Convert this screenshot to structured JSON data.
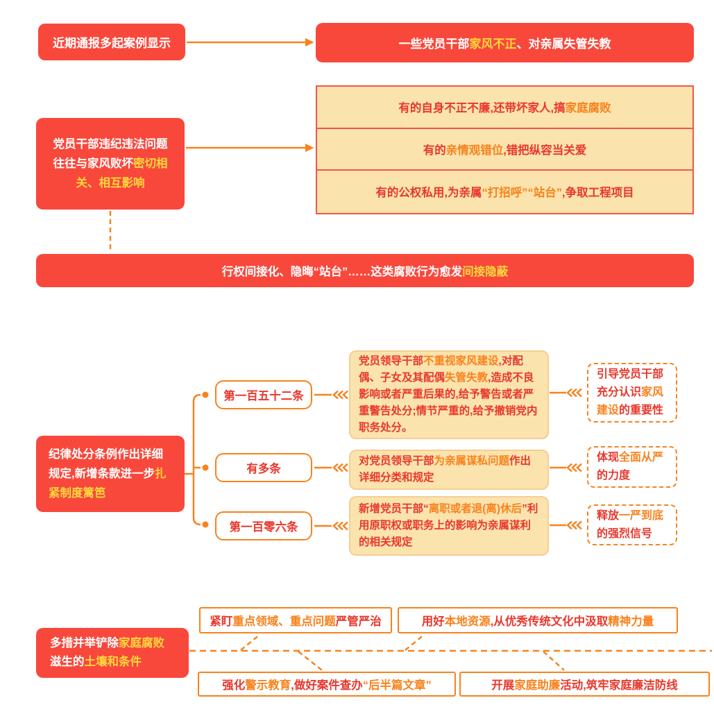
{
  "palette": {
    "red_box": "#F8483C",
    "red_text": "#E8382D",
    "yellow": "#FFD73B",
    "orange": "#F8821D",
    "cream": "#FBE3AD",
    "cream_border": "#F5CD92",
    "table_border": "#F2564A"
  },
  "diagram": {
    "top": {
      "source": [
        {
          "t": "近期通报多起案例显示"
        }
      ],
      "result": [
        {
          "t": "一些党员干部"
        },
        {
          "t": "家风不正",
          "c": "y"
        },
        {
          "t": "、对亲属失管失教"
        }
      ]
    },
    "family_problem": {
      "cause": [
        {
          "t": "党员干部违纪违法问题往往与家风败坏"
        },
        {
          "t": "密切相关、相互影响",
          "c": "y"
        }
      ],
      "examples": [
        [
          {
            "t": "有的自身不正不廉,还带坏家人,搞"
          },
          {
            "t": "家庭腐败",
            "c": "o"
          }
        ],
        [
          {
            "t": "有的"
          },
          {
            "t": "亲情观错位",
            "c": "o"
          },
          {
            "t": ",错把纵容当关爱"
          }
        ],
        [
          {
            "t": "有的公权私用,为亲属"
          },
          {
            "t": "“打招呼”“站台”",
            "c": "o"
          },
          {
            "t": ",争取工程项目"
          }
        ]
      ],
      "conclusion": [
        {
          "t": "行权间接化、隐晦“站台”……这类腐败行为愈发"
        },
        {
          "t": "间接隐蔽",
          "c": "y"
        }
      ]
    },
    "regulations": {
      "intro": [
        {
          "t": "纪律处分条例作出详细规定,新增条款进一步"
        },
        {
          "t": "扎紧制度篱笆",
          "c": "y"
        }
      ],
      "rows": [
        {
          "article": [
            {
              "t": "第一百五十二条"
            }
          ],
          "content": [
            {
              "t": "党员领导干部"
            },
            {
              "t": "不重视家风建设",
              "c": "o"
            },
            {
              "t": ",对配偶、子女及其配偶"
            },
            {
              "t": "失管失教",
              "c": "o"
            },
            {
              "t": ",造成不良影响或者严重后果的,给予警告或者严重警告处分;情节严重的,给予撤销党内职务处分。"
            }
          ],
          "effect": [
            {
              "t": "引导党员干部充分认识"
            },
            {
              "t": "家风建设",
              "c": "o"
            },
            {
              "t": "的重要性"
            }
          ]
        },
        {
          "article": [
            {
              "t": "有多条"
            }
          ],
          "content": [
            {
              "t": "对党员领导干部"
            },
            {
              "t": "为亲属谋私问题",
              "c": "o"
            },
            {
              "t": "作出详细分类和规定"
            }
          ],
          "effect": [
            {
              "t": "体现"
            },
            {
              "t": "全面从严",
              "c": "o"
            },
            {
              "t": "的力度"
            }
          ]
        },
        {
          "article": [
            {
              "t": "第一百零六条"
            }
          ],
          "content": [
            {
              "t": "新增党员干部“"
            },
            {
              "t": "离职或者退(离)休后",
              "c": "o"
            },
            {
              "t": "”利用原职权或职务上的影响为亲属谋利的相关规定"
            }
          ],
          "effect": [
            {
              "t": "释放"
            },
            {
              "t": "一严到底",
              "c": "o"
            },
            {
              "t": "的强烈信号"
            }
          ]
        }
      ]
    },
    "measures": {
      "intro": [
        {
          "t": "多措并举铲除"
        },
        {
          "t": "家庭腐败",
          "c": "y"
        },
        {
          "t": "滋生的"
        },
        {
          "t": "土壤和条件",
          "c": "y"
        }
      ],
      "items": [
        [
          {
            "t": "紧盯"
          },
          {
            "t": "重点领域、重点问题",
            "c": "o"
          },
          {
            "t": "严管严治"
          }
        ],
        [
          {
            "t": "用好"
          },
          {
            "t": "本地资源",
            "c": "o"
          },
          {
            "t": ",从优秀传统文化中汲取"
          },
          {
            "t": "精神力量",
            "c": "o"
          }
        ],
        [
          {
            "t": "强化"
          },
          {
            "t": "警示教育",
            "c": "o"
          },
          {
            "t": ",做好案件查办"
          },
          {
            "t": "“后半篇文章”",
            "c": "o"
          }
        ],
        [
          {
            "t": "开展"
          },
          {
            "t": "家庭助廉",
            "c": "o"
          },
          {
            "t": "活动,筑牢家庭廉洁防线"
          }
        ]
      ]
    }
  }
}
